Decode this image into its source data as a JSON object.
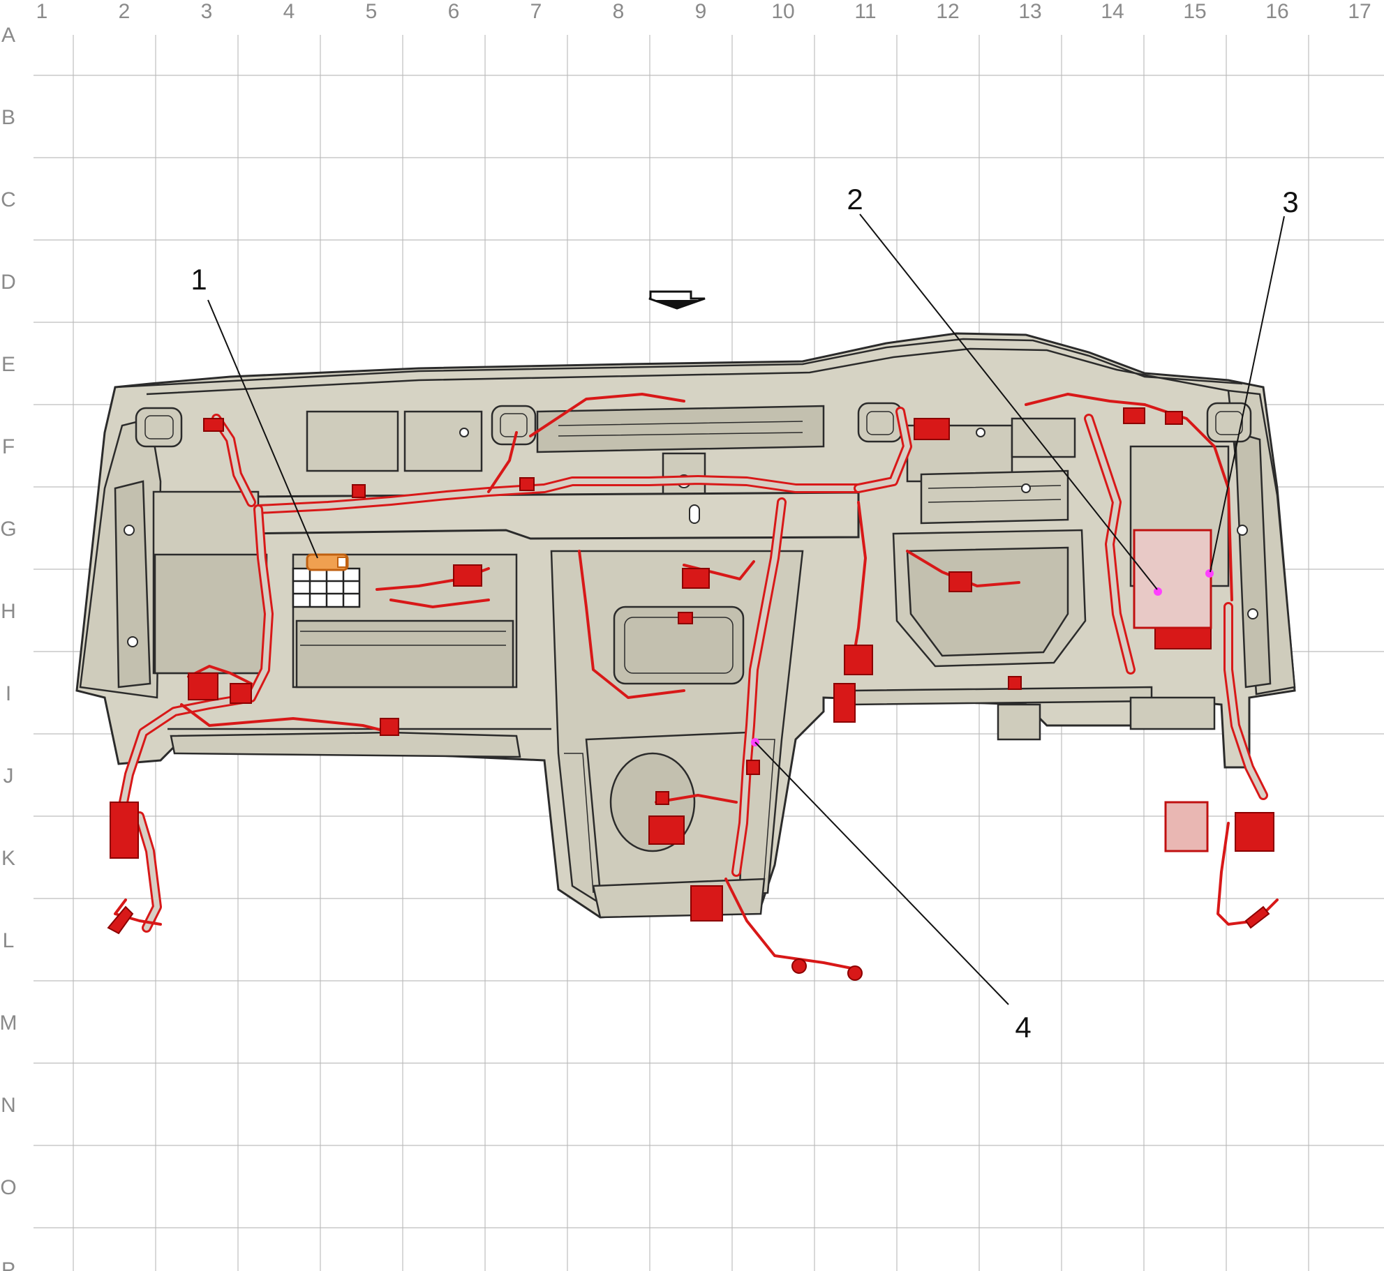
{
  "grid": {
    "columns": [
      "1",
      "2",
      "3",
      "4",
      "5",
      "6",
      "7",
      "8",
      "9",
      "10",
      "11",
      "12",
      "13",
      "14",
      "15",
      "16",
      "17"
    ],
    "rows": [
      "A",
      "B",
      "C",
      "D",
      "E",
      "F",
      "G",
      "H",
      "I",
      "J",
      "K",
      "L",
      "M",
      "N",
      "O",
      "P"
    ]
  },
  "callouts": [
    {
      "id": "1",
      "label": "1"
    },
    {
      "id": "2",
      "label": "2"
    },
    {
      "id": "3",
      "label": "3"
    },
    {
      "id": "4",
      "label": "4"
    }
  ],
  "icons": {
    "view_direction": "arrow-down-icon"
  },
  "colors": {
    "harness": "#d81818",
    "component_fill": "#d6d3c4",
    "highlight_component": "#f0a050",
    "connection_point": "#ff40ff",
    "grid_line": "#bdbdbd"
  }
}
